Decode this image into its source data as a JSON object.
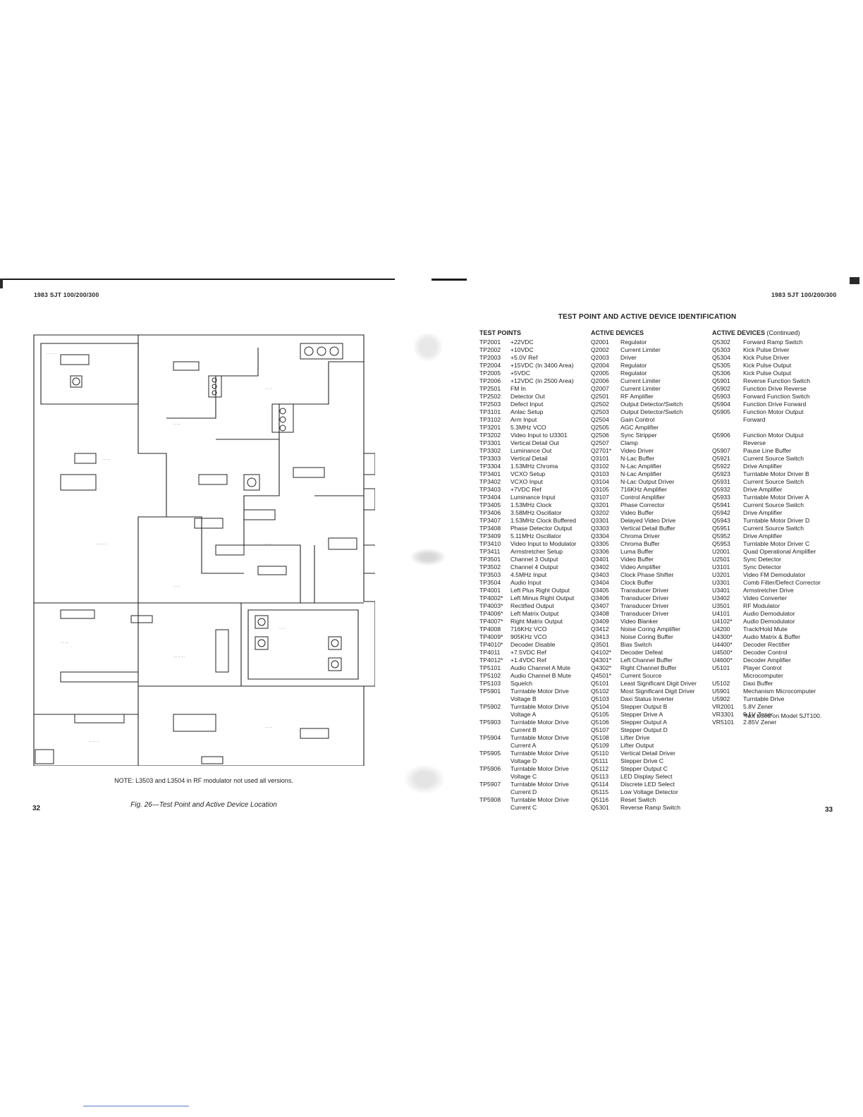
{
  "left_page": {
    "header": "1983 SJT 100/200/300",
    "page_number": "32",
    "note": "NOTE: L3503 and L3504 in RF modulator not used all versions.",
    "caption": "Fig. 26—Test Point and Active Device Location"
  },
  "right_page": {
    "header": "1983 SJT 100/200/300",
    "page_number": "33",
    "title": "TEST POINT AND ACTIVE DEVICE IDENTIFICATION",
    "col1_heading": "TEST POINTS",
    "col2_heading": "ACTIVE DEVICES",
    "col3_heading": "ACTIVE DEVICES",
    "col3_heading_cont": "(Continued)",
    "footnote": "*Not Used on Model SJT100.",
    "test_points": [
      [
        "TP2001",
        "+22VDC"
      ],
      [
        "TP2002",
        "+10VDC"
      ],
      [
        "TP2003",
        "+5.0V Ref"
      ],
      [
        "TP2004",
        "+15VDC (In 3400 Area)"
      ],
      [
        "TP2005",
        "+5VDC"
      ],
      [
        "TP2006",
        "+12VDC (In 2500 Area)"
      ],
      [
        "TP2501",
        "FM In"
      ],
      [
        "TP2502",
        "Detector Out"
      ],
      [
        "TP2503",
        "Defect Input"
      ],
      [
        "TP3101",
        "Anlac Setup"
      ],
      [
        "TP3102",
        "Arm Input"
      ],
      [
        "TP3201",
        "5.3MHz VCO"
      ],
      [
        "TP3202",
        "Video Input to U3301"
      ],
      [
        "TP3301",
        "Vertical Detail Out"
      ],
      [
        "TP3302",
        "Luminance Out"
      ],
      [
        "TP3303",
        "Vertical Detail"
      ],
      [
        "TP3304",
        "1.53MHz Chroma"
      ],
      [
        "TP3401",
        "VCXO Setup"
      ],
      [
        "TP3402",
        "VCXO Input"
      ],
      [
        "TP3403",
        "+7VDC Ref"
      ],
      [
        "TP3404",
        "Luminance Input"
      ],
      [
        "TP3405",
        "1.53MHz Clock"
      ],
      [
        "TP3406",
        "3.58MHz Oscillator"
      ],
      [
        "TP3407",
        "1.53MHz Clock Buffered"
      ],
      [
        "TP3408",
        "Phase Detector Output"
      ],
      [
        "TP3409",
        "5.11MHz Oscillator"
      ],
      [
        "TP3410",
        "Video Input to Modulator"
      ],
      [
        "TP3411",
        "Armstretcher Setup"
      ],
      [
        "TP3501",
        "Channel 3 Output"
      ],
      [
        "TP3502",
        "Channel 4 Output"
      ],
      [
        "TP3503",
        "4.5MHz Input"
      ],
      [
        "TP3504",
        "Audio Input"
      ],
      [
        "TP4001",
        "Left Plus Right Output"
      ],
      [
        "TP4002*",
        "Left Minus Right Output"
      ],
      [
        "TP4003*",
        "Rectified Output"
      ],
      [
        "TP4006*",
        "Left Matrix Output"
      ],
      [
        "TP4007*",
        "Right Matrix Output"
      ],
      [
        "TP4008",
        "716KHz VCO"
      ],
      [
        "TP4009*",
        "905KHz VCO"
      ],
      [
        "TP4010*",
        "Decoder Disable"
      ],
      [
        "TP4011",
        "+7.5VDC Ref"
      ],
      [
        "TP4012*",
        "+1.4VDC Ref"
      ],
      [
        "TP5101",
        "Audio Channel A Mute"
      ],
      [
        "TP5102",
        "Audio Channel B Mute"
      ],
      [
        "TP5103",
        "Squelch"
      ],
      [
        "TP5901",
        "Turntable Motor Drive"
      ],
      [
        "",
        "Voltage B"
      ],
      [
        "TP5902",
        "Turntable Motor Drive"
      ],
      [
        "",
        "Voltage A"
      ],
      [
        "TP5903",
        "Turntable Motor Drive"
      ],
      [
        "",
        "Current B"
      ],
      [
        "TP5904",
        "Turntable Motor Drive"
      ],
      [
        "",
        "Current A"
      ],
      [
        "TP5905",
        "Turntable Motor Drive"
      ],
      [
        "",
        "Voltage D"
      ],
      [
        "TP5906",
        "Turntable Motor Drive"
      ],
      [
        "",
        "Voltage C"
      ],
      [
        "TP5907",
        "Turntable Motor Drive"
      ],
      [
        "",
        "Current D"
      ],
      [
        "TP5908",
        "Turntable Motor Drive"
      ],
      [
        "",
        "Current C"
      ]
    ],
    "active_devices": [
      [
        "Q2001",
        "Regulator"
      ],
      [
        "Q2002",
        "Current Limiter"
      ],
      [
        "Q2003",
        "Driver"
      ],
      [
        "Q2004",
        "Regulator"
      ],
      [
        "Q2005",
        "Regulator"
      ],
      [
        "Q2006",
        "Current Limiter"
      ],
      [
        "Q2007",
        "Current Limiter"
      ],
      [
        "Q2501",
        "RF Amplifier"
      ],
      [
        "Q2502",
        "Output Detector/Switch"
      ],
      [
        "Q2503",
        "Output Detector/Switch"
      ],
      [
        "Q2504",
        "Gain Control"
      ],
      [
        "Q2505",
        "AGC Amplifier"
      ],
      [
        "Q2506",
        "Sync Stripper"
      ],
      [
        "Q2507",
        "Clamp"
      ],
      [
        "Q2701*",
        "Video Driver"
      ],
      [
        "Q3101",
        "N-Lac Buffer"
      ],
      [
        "Q3102",
        "N-Lac Amplifier"
      ],
      [
        "Q3103",
        "N-Lac Amplifier"
      ],
      [
        "Q3104",
        "N-Lac Output Driver"
      ],
      [
        "Q3105",
        "716KHz Amplifier"
      ],
      [
        "Q3107",
        "Control Amplifier"
      ],
      [
        "Q3201",
        "Phase Corrector"
      ],
      [
        "Q3202",
        "Video Buffer"
      ],
      [
        "Q3301",
        "Delayed Video Drive"
      ],
      [
        "Q3303",
        "Vertical Detail Buffer"
      ],
      [
        "Q3304",
        "Chroma Driver"
      ],
      [
        "Q3305",
        "Chroma Buffer"
      ],
      [
        "Q3306",
        "Luma Buffer"
      ],
      [
        "Q3401",
        "Video Buffer"
      ],
      [
        "Q3402",
        "Video Amplifier"
      ],
      [
        "Q3403",
        "Clock Phase Shifter"
      ],
      [
        "Q3404",
        "Clock Buffer"
      ],
      [
        "Q3405",
        "Transducer Driver"
      ],
      [
        "Q3406",
        "Transducer Driver"
      ],
      [
        "Q3407",
        "Transducer Driver"
      ],
      [
        "Q3408",
        "Transducer Driver"
      ],
      [
        "Q3409",
        "Video Blanker"
      ],
      [
        "Q3412",
        "Noise Coring Amplifier"
      ],
      [
        "Q3413",
        "Noise Coring Buffer"
      ],
      [
        "Q3501",
        "Bias Switch"
      ],
      [
        "Q4102*",
        "Decoder Defeat"
      ],
      [
        "Q4301*",
        "Left Channel Buffer"
      ],
      [
        "Q4302*",
        "Right Channel Buffer"
      ],
      [
        "Q4501*",
        "Current Source"
      ],
      [
        "Q5101",
        "Least Significant Digit Driver"
      ],
      [
        "Q5102",
        "Most Significant Digit Driver"
      ],
      [
        "Q5103",
        "Daxi Status Inverter"
      ],
      [
        "Q5104",
        "Stepper Output B"
      ],
      [
        "Q5105",
        "Stepper Drive A"
      ],
      [
        "Q5106",
        "Stepper Output A"
      ],
      [
        "Q5107",
        "Stepper Output D"
      ],
      [
        "Q5108",
        "Lifter Drive"
      ],
      [
        "Q5109",
        "Lifter Output"
      ],
      [
        "Q5110",
        "Vertical Detail Driver"
      ],
      [
        "Q5111",
        "Stepper Drive C"
      ],
      [
        "Q5112",
        "Stepper Output C"
      ],
      [
        "Q5113",
        "LED Display Select"
      ],
      [
        "Q5114",
        "Discrete LED Select"
      ],
      [
        "Q5115",
        "Low Voltage Detector"
      ],
      [
        "Q5116",
        "Reset Switch"
      ],
      [
        "Q5301",
        "Reverse Ramp Switch"
      ]
    ],
    "active_devices_cont": [
      [
        "Q5302",
        "Forward Ramp Switch"
      ],
      [
        "Q5303",
        "Kick Pulse Driver"
      ],
      [
        "Q5304",
        "Kick Pulse Driver"
      ],
      [
        "Q5305",
        "Kick Pulse Output"
      ],
      [
        "Q5306",
        "Kick Pulse Output"
      ],
      [
        "Q5901",
        "Reverse Function Switch"
      ],
      [
        "Q5902",
        "Function Drive Reverse"
      ],
      [
        "Q5903",
        "Forward Function Switch"
      ],
      [
        "Q5904",
        "Function Drive Forward"
      ],
      [
        "Q5905",
        "Function Motor Output"
      ],
      [
        "",
        "Forward"
      ],
      [
        "",
        ""
      ],
      [
        "Q5906",
        "Function Motor Output"
      ],
      [
        "",
        "Reverse"
      ],
      [
        "Q5907",
        "Pause Line Buffer"
      ],
      [
        "Q5921",
        "Current Source Switch"
      ],
      [
        "Q5922",
        "Drive Amplifier"
      ],
      [
        "Q5923",
        "Turntable Motor Driver B"
      ],
      [
        "Q5931",
        "Current Source Switch"
      ],
      [
        "Q5932",
        "Drive Amplifier"
      ],
      [
        "Q5933",
        "Turntable Motor Driver A"
      ],
      [
        "Q5941",
        "Current Source Switch"
      ],
      [
        "Q5942",
        "Drive Amplifier"
      ],
      [
        "Q5943",
        "Turntable Motor Driver D"
      ],
      [
        "Q5951",
        "Current Source Switch"
      ],
      [
        "Q5952",
        "Drive Amplifier"
      ],
      [
        "Q5953",
        "Turntable Motor Driver C"
      ],
      [
        "U2001",
        "Quad Operational Amplifier"
      ],
      [
        "U2501",
        "Sync Detector"
      ],
      [
        "U3101",
        "Sync Detector"
      ],
      [
        "U3201",
        "Video FM Demodulator"
      ],
      [
        "U3301",
        "Comb Filter/Defect Corrector"
      ],
      [
        "U3401",
        "Armstretcher Drive"
      ],
      [
        "U3402",
        "Video Converter"
      ],
      [
        "U3501",
        "RF Modulator"
      ],
      [
        "U4101",
        "Audio Demodulator"
      ],
      [
        "U4102*",
        "Audio Demodulator"
      ],
      [
        "U4200",
        "Track/Hold Mute"
      ],
      [
        "U4300*",
        "Audio Matrix & Buffer"
      ],
      [
        "U4400*",
        "Decoder Rectifier"
      ],
      [
        "U4500*",
        "Decoder Control"
      ],
      [
        "U4600*",
        "Decoder Amplifier"
      ],
      [
        "U5101",
        "Player Control"
      ],
      [
        "",
        "Microcomputer"
      ],
      [
        "U5102",
        "Daxi Buffer"
      ],
      [
        "U5901",
        "Mechanism Microcomputer"
      ],
      [
        "U5902",
        "Turntable Drive"
      ],
      [
        "VR2001",
        "5.8V Zener"
      ],
      [
        "VR3301",
        "9.1V Zener"
      ],
      [
        "VR5101",
        "2.85V Zener"
      ]
    ]
  }
}
